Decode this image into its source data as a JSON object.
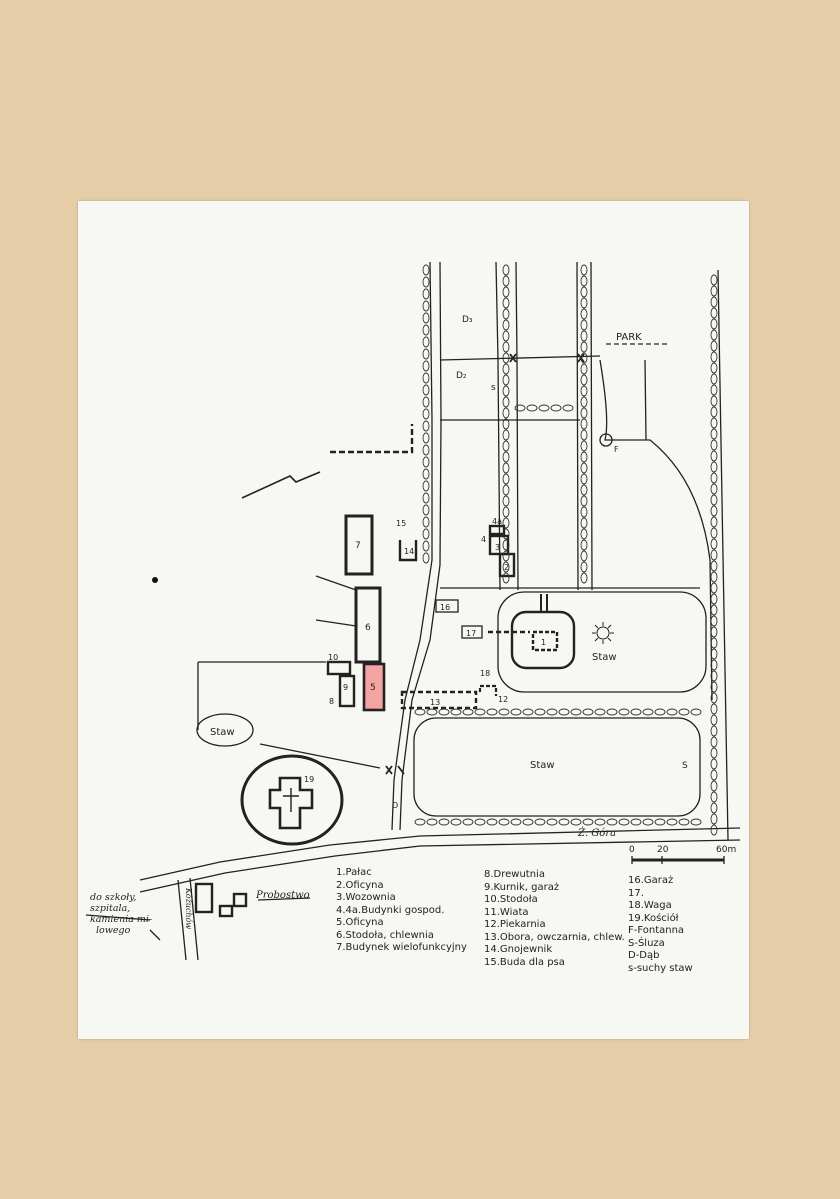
{
  "map": {
    "labels": {
      "park": "PARK",
      "staw_small": "Staw",
      "staw_big": "Staw",
      "staw_west": "Staw",
      "road_top": "Ż. Góra",
      "probostwo": "Probostwo",
      "kozuchow": "Kożuchów",
      "to_school_1": "do szkoły,",
      "to_school_2": "szpitala,",
      "to_school_3": "kamienia mi-",
      "to_school_4": "lowego",
      "d1": "D",
      "d2": "D₂",
      "d3": "D₃",
      "s_label": "s",
      "f_label": "F",
      "s_sluza": "S"
    },
    "numbers": {
      "n1": "1",
      "n2": "2",
      "n3": "3",
      "n4": "4",
      "n4a": "4a",
      "n5": "5",
      "n6": "6",
      "n7": "7",
      "n8": "8",
      "n9": "9",
      "n10": "10",
      "n12": "12",
      "n13": "13",
      "n14": "14",
      "n15": "15",
      "n16": "16",
      "n17": "17",
      "n18": "18",
      "n19": "19"
    },
    "scale": {
      "t0": "0",
      "t20": "20",
      "t60": "60m"
    },
    "highlight_color": "#f4a3a3"
  },
  "legend": {
    "col1": [
      "1.Pałac",
      "2.Oficyna",
      "3.Wozownia",
      "4.4a.Budynki gospod.",
      "5.Oficyna",
      "6.Stodoła, chlewnia",
      "7.Budynek wielofunkcyjny"
    ],
    "col2": [
      "8.Drewutnia",
      "9.Kurnik, garaż",
      "10.Stodoła",
      "11.Wiata",
      "12.Piekarnia",
      "13.Obora, owczarnia, chlew.",
      "14.Gnojewnik",
      "15.Buda dla psa"
    ],
    "col3": [
      "16.Garaż",
      "17.",
      "18.Waga",
      "19.Kościół",
      "F-Fontanna",
      "S-Śluza",
      "D-Dąb",
      "s-suchy staw"
    ]
  }
}
